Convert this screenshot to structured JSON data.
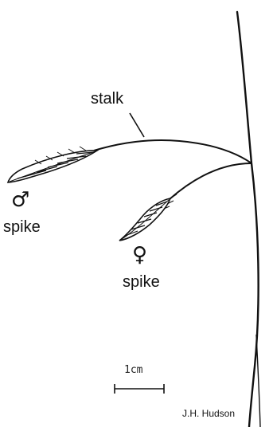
{
  "labels": {
    "stalk": "stalk",
    "male_symbol": "♂",
    "male_spike": "spike",
    "female_symbol": "♀",
    "female_spike": "spike",
    "scale": "1cm",
    "credit": "J.H. Hudson"
  },
  "colors": {
    "ink": "#111111",
    "background": "#ffffff"
  }
}
